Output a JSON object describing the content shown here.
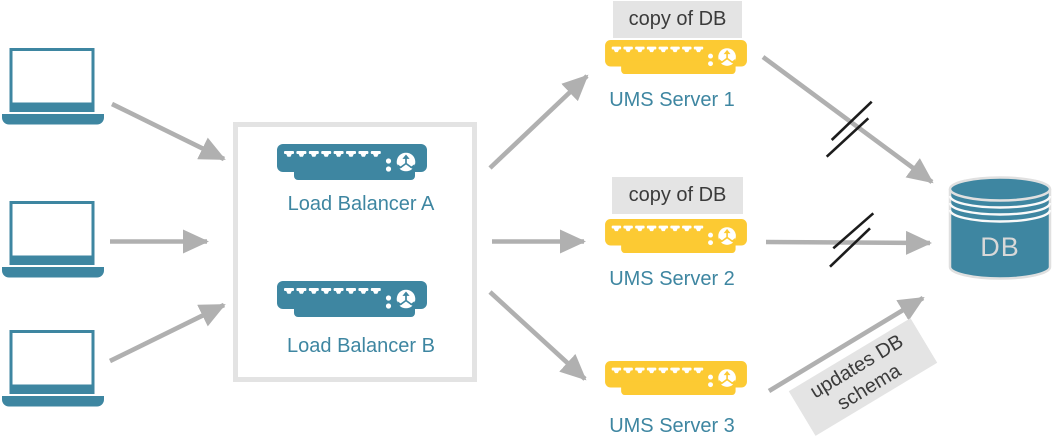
{
  "colors": {
    "canvas-bg": "#ffffff",
    "teal": "#3e86a1",
    "yellow": "#fcca33",
    "arrow": "#b0b0b0",
    "slash": "#1c1c1c",
    "box-border": "#e3e3e3",
    "tag-bg": "#e4e4e4",
    "tag-text": "#3b3b3b",
    "db-text": "#d8d8d8"
  },
  "load_balancer_group": {
    "a_label": "Load Balancer A",
    "b_label": "Load Balancer B"
  },
  "ums_servers": [
    {
      "name": "UMS Server 1",
      "tag": "copy of DB"
    },
    {
      "name": "UMS Server 2",
      "tag": "copy of DB"
    },
    {
      "name": "UMS Server 3"
    }
  ],
  "database": {
    "label": "DB"
  },
  "annotations": {
    "schema_note_line1": "updates DB",
    "schema_note_line2": "schema"
  },
  "icons": {
    "clients": "laptop-icon",
    "load_balancers": "network-switch-icon",
    "ums_servers": "network-switch-icon",
    "database": "database-cylinder-icon",
    "broken_link": "double-slash-marks"
  }
}
